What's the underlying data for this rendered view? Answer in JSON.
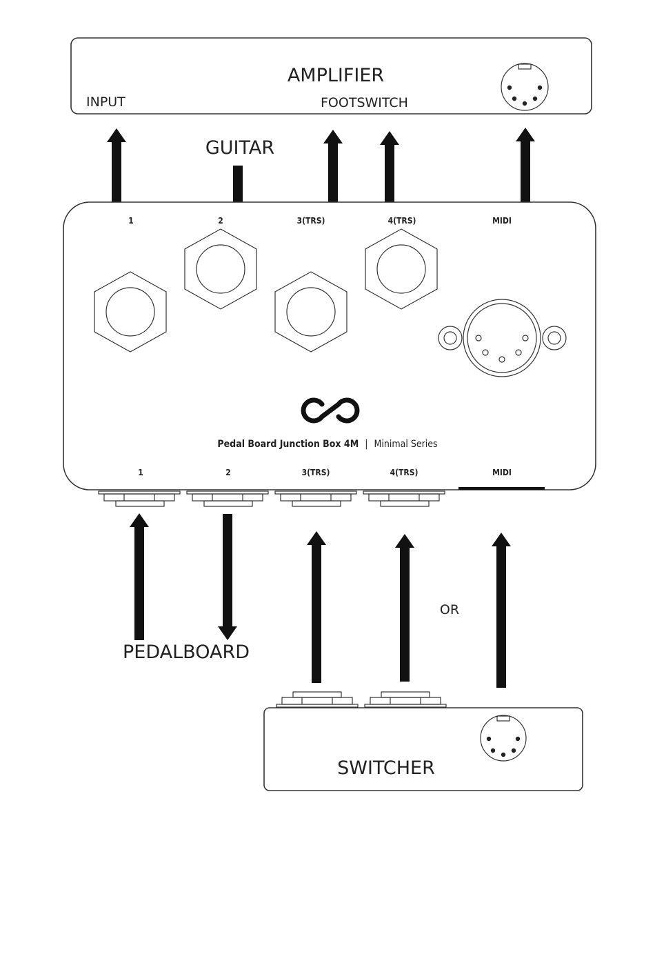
{
  "amplifier": {
    "title": "AMPLIFIER",
    "input_label": "INPUT",
    "footswitch_label": "FOOTSWITCH"
  },
  "guitar_label": "GUITAR",
  "junction_box": {
    "top_ports": [
      "1",
      "2",
      "3(TRS)",
      "4(TRS)",
      "MIDI"
    ],
    "bottom_ports": [
      "1",
      "2",
      "3(TRS)",
      "4(TRS)",
      "MIDI"
    ],
    "product_name": "Pedal Board Junction Box 4M",
    "separator": "|",
    "series": "Minimal Series"
  },
  "pedalboard_label": "PEDALBOARD",
  "or_label": "OR",
  "switcher": {
    "title": "SWITCHER"
  }
}
